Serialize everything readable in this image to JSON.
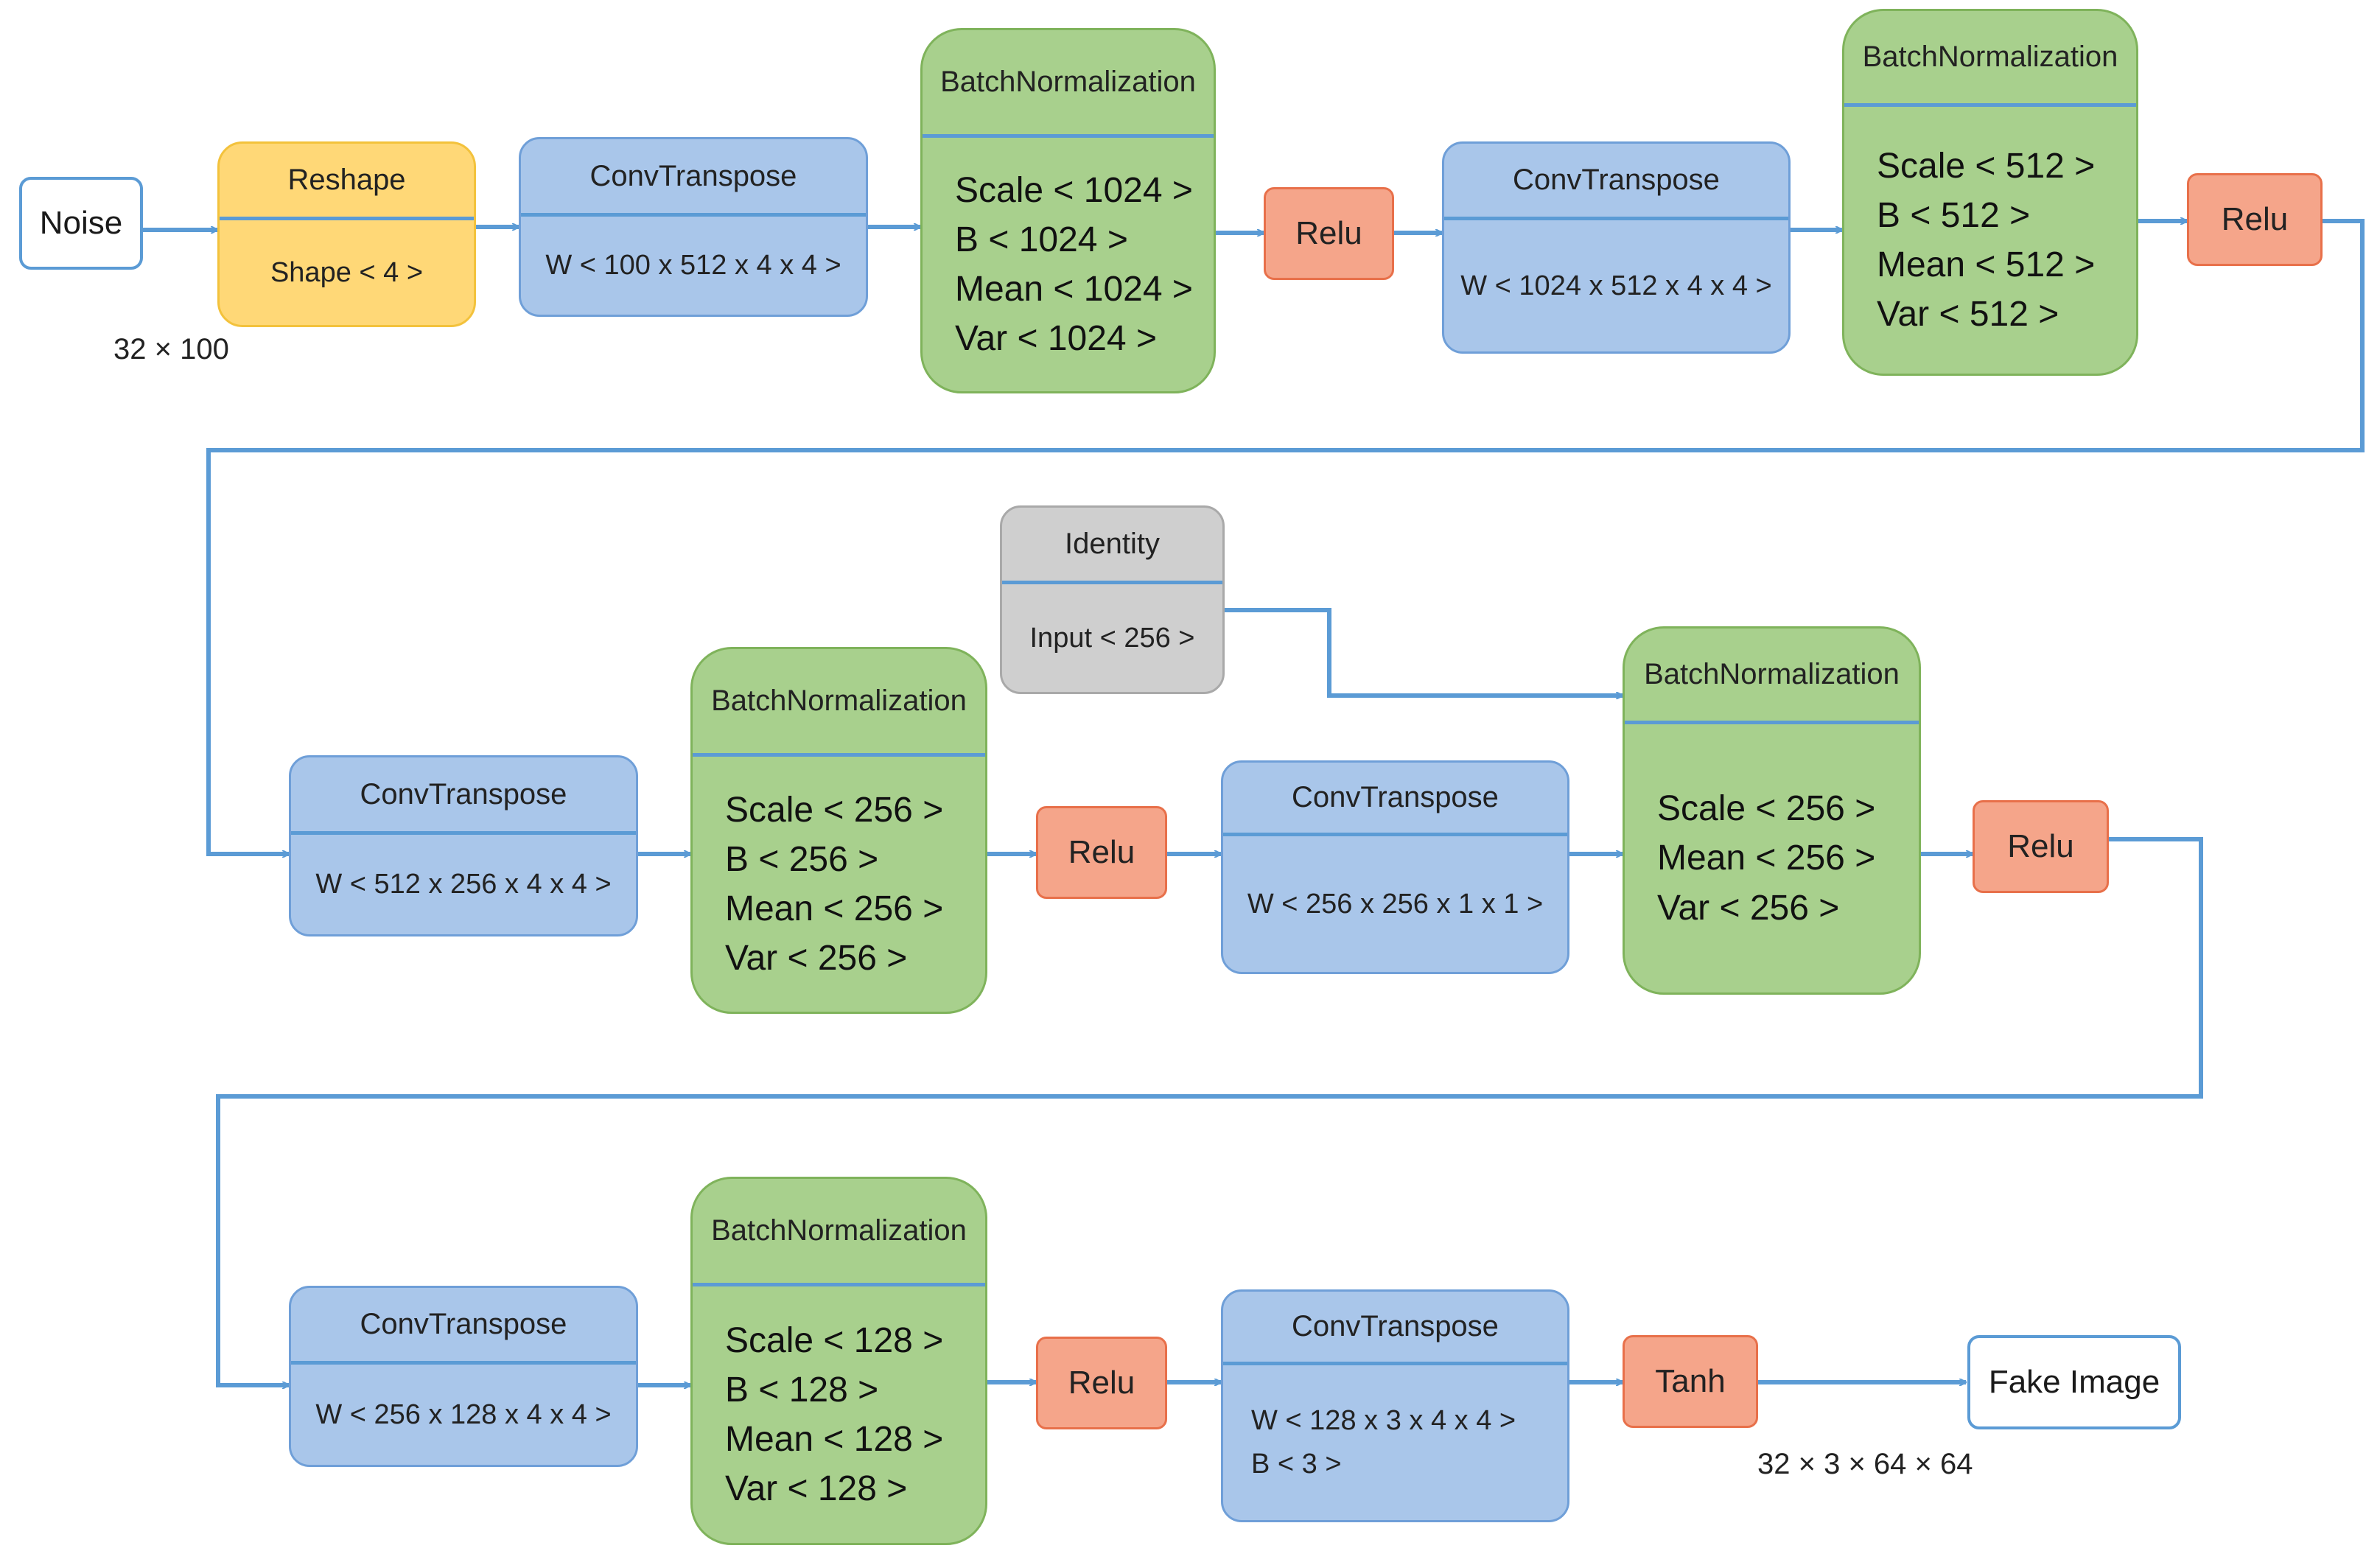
{
  "input": {
    "label": "Noise",
    "shape": "32  × 100"
  },
  "output": {
    "label": "Fake Image",
    "shape": "32  × 3  × 64  × 64"
  },
  "colors": {
    "edge": "#5b9bd5",
    "reshape": "#ffd877",
    "conv": "#a9c6ea",
    "batchnorm": "#a8d08d",
    "activation": "#f5a58a",
    "identity": "#cfcfcf"
  },
  "nodes": {
    "reshape": {
      "title": "Reshape",
      "lines": [
        "Shape < 4 >"
      ]
    },
    "conv1": {
      "title": "ConvTranspose",
      "lines": [
        "W < 100 x 512 x 4 x 4 >"
      ]
    },
    "bn1": {
      "title": "BatchNormalization",
      "lines": [
        "Scale < 1024 >",
        "B < 1024 >",
        "Mean < 1024 >",
        "Var < 1024 >"
      ]
    },
    "relu1": {
      "label": "Relu"
    },
    "conv2": {
      "title": "ConvTranspose",
      "lines": [
        "W < 1024 x 512 x 4 x 4 >"
      ]
    },
    "bn2": {
      "title": "BatchNormalization",
      "lines": [
        "Scale < 512 >",
        "B < 512 >",
        "Mean < 512 >",
        "Var < 512 >"
      ]
    },
    "relu2": {
      "label": "Relu"
    },
    "conv3": {
      "title": "ConvTranspose",
      "lines": [
        "W < 512 x 256 x 4 x 4 >"
      ]
    },
    "bn3": {
      "title": "BatchNormalization",
      "lines": [
        "Scale < 256 >",
        "B < 256 >",
        "Mean < 256 >",
        "Var < 256 >"
      ]
    },
    "relu3": {
      "label": "Relu"
    },
    "identity": {
      "title": "Identity",
      "lines": [
        "Input < 256 >"
      ]
    },
    "conv4": {
      "title": "ConvTranspose",
      "lines": [
        "W < 256 x 256 x 1 x 1 >"
      ]
    },
    "bn4": {
      "title": "BatchNormalization",
      "lines": [
        "Scale < 256 >",
        "Mean < 256 >",
        "Var < 256 >"
      ]
    },
    "relu4": {
      "label": "Relu"
    },
    "conv5": {
      "title": "ConvTranspose",
      "lines": [
        "W < 256 x 128 x 4 x 4 >"
      ]
    },
    "bn5": {
      "title": "BatchNormalization",
      "lines": [
        "Scale < 128 >",
        "B < 128 >",
        "Mean < 128 >",
        "Var < 128 >"
      ]
    },
    "relu5": {
      "label": "Relu"
    },
    "conv6": {
      "title": "ConvTranspose",
      "lines": [
        "W < 128 x 3 x 4 x 4 >",
        "B < 3 >"
      ]
    },
    "tanh": {
      "label": "Tanh"
    }
  }
}
